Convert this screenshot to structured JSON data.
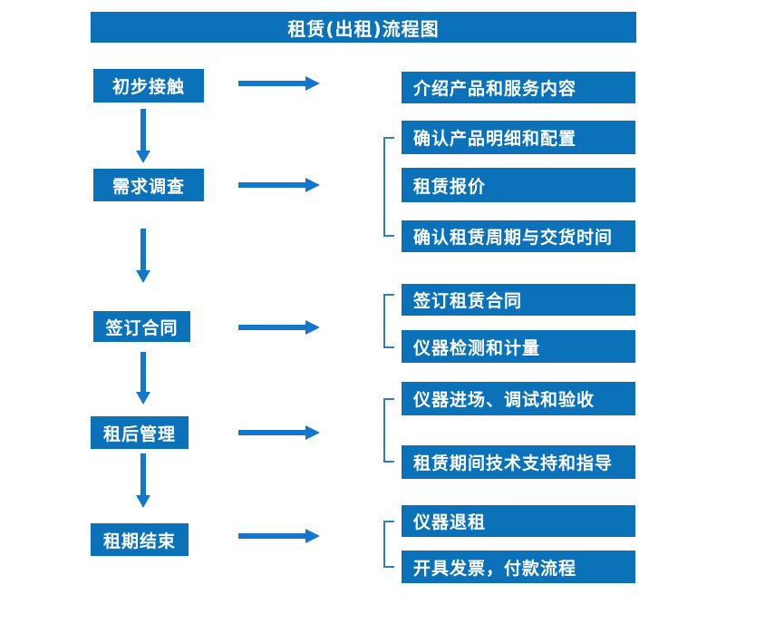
{
  "title": "租赁(出租)流程图",
  "colors": {
    "box": "#0b72b9",
    "arrow": "#1577cb",
    "bracket": "#2e7bc6",
    "background": "#ffffff",
    "text": "#ffffff"
  },
  "rows": [
    {
      "stage": "初步接触",
      "details": [
        "介绍产品和服务内容"
      ]
    },
    {
      "stage": "需求调查",
      "details": [
        "确认产品明细和配置",
        "租赁报价",
        "确认租赁周期与交货时间"
      ]
    },
    {
      "stage": "签订合同",
      "details": [
        "签订租赁合同",
        "仪器检测和计量"
      ]
    },
    {
      "stage": "租后管理",
      "details": [
        "仪器进场、调试和验收",
        "租赁期间技术支持和指导"
      ]
    },
    {
      "stage": "租期结束",
      "details": [
        "仪器退租",
        "开具发票，付款流程"
      ]
    }
  ]
}
